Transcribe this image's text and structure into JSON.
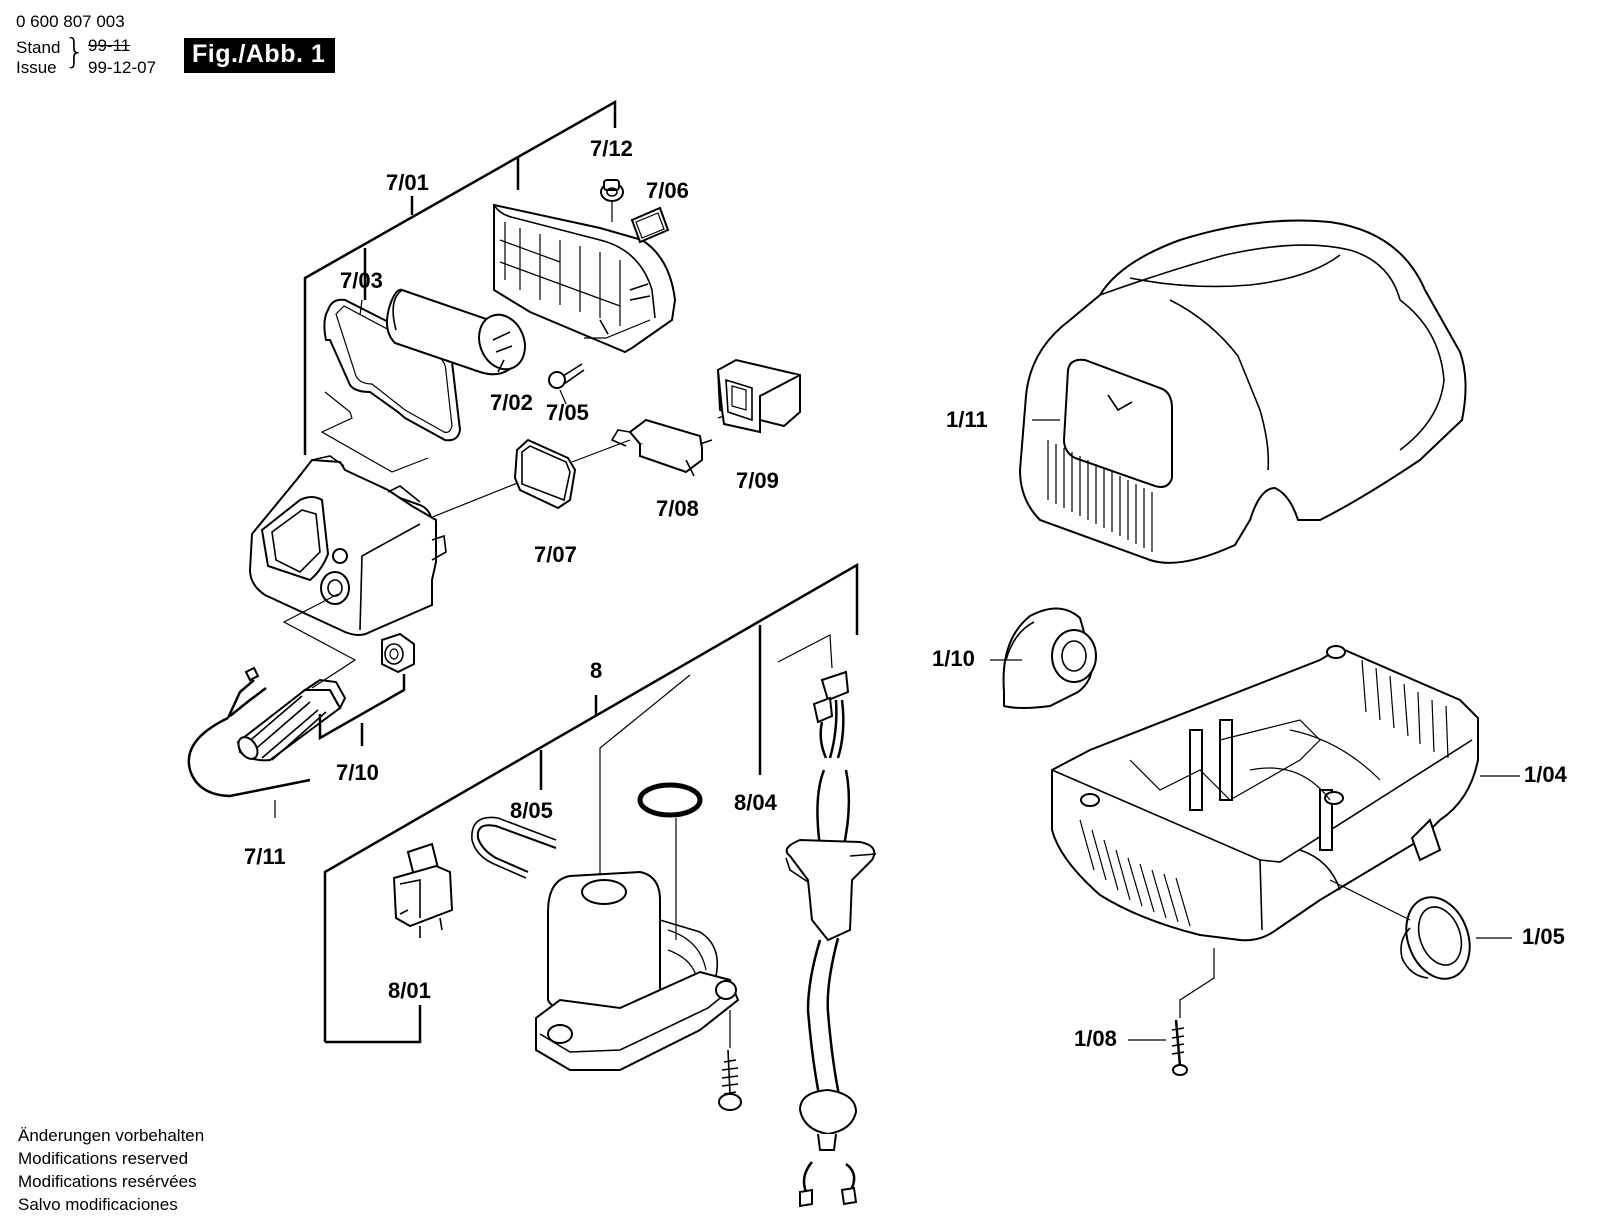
{
  "header": {
    "part_number": "0 600 807 003",
    "stand_label": "Stand",
    "issue_label": "Issue",
    "old_date": "99-11",
    "new_date": "99-12-07",
    "figure_label": "Fig./Abb. 1"
  },
  "footer": {
    "lines": [
      "Änderungen vorbehalten",
      "Modifications reserved",
      "Modifications resérvées",
      "Salvo modificaciones"
    ]
  },
  "labels": {
    "p701": "7/01",
    "p702": "7/02",
    "p703": "7/03",
    "p705": "7/05",
    "p706": "7/06",
    "p707": "7/07",
    "p708": "7/08",
    "p709": "7/09",
    "p710": "7/10",
    "p711": "7/11",
    "p712": "7/12",
    "p8": "8",
    "p801": "8/01",
    "p804": "8/04",
    "p805": "8/05",
    "p104": "1/04",
    "p105": "1/05",
    "p108": "1/08",
    "p110": "1/10",
    "p111": "1/11"
  }
}
